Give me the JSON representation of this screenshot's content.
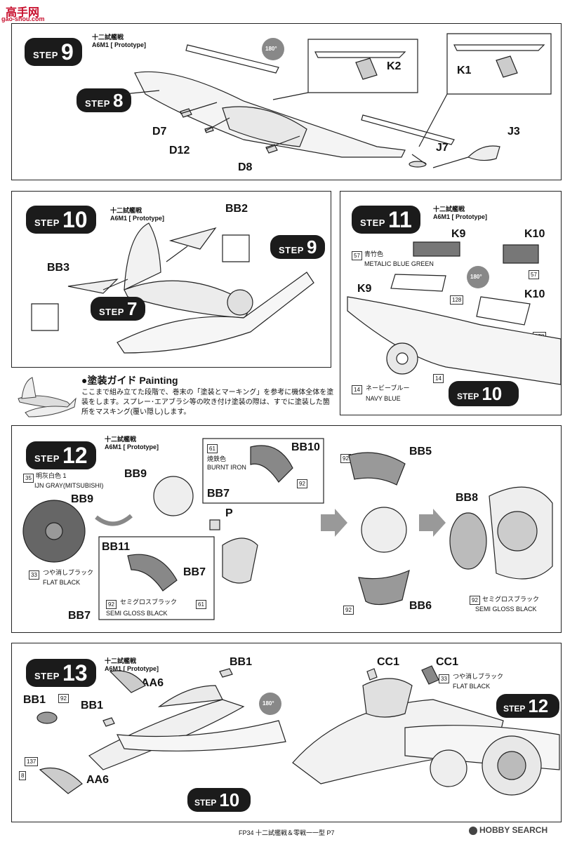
{
  "watermark": {
    "top_text": "高手网",
    "url": "gao-shou.com"
  },
  "step9": {
    "word": "STEP",
    "num": "9",
    "title": "十二試艦戦",
    "subtitle": "A6M1 [ Prototype]",
    "ref_word": "STEP",
    "ref_num": "8",
    "parts": {
      "d7": "D7",
      "d12": "D12",
      "d8": "D8",
      "j7": "J7",
      "j3": "J3",
      "k2": "K2",
      "k1": "K1"
    },
    "rotate": "180°"
  },
  "step10": {
    "word": "STEP",
    "num": "10",
    "title": "十二試艦戦",
    "subtitle": "A6M1 [ Prototype]",
    "parts": {
      "bb2": "BB2",
      "bb3": "BB3"
    },
    "ref9_word": "STEP",
    "ref9_num": "9",
    "ref7_word": "STEP",
    "ref7_num": "7"
  },
  "painting": {
    "title": "●塗装ガイド Painting",
    "line1": "ここまで組み立てた段階で、巻末の「塗装とマーキング」を参考に機体全体を塗",
    "line2": "装をします。スプレー･エアブラシ等の吹き付け塗装の際は、すでに塗装した箇",
    "line3": "所をマスキング(覆い隠し)します。"
  },
  "step11": {
    "word": "STEP",
    "num": "11",
    "title": "十二試艦戦",
    "subtitle": "A6M1 [ Prototype]",
    "parts": {
      "k9a": "K9",
      "k10a": "K10",
      "k9b": "K9",
      "k10b": "K10"
    },
    "color57_num": "57",
    "color57_jp": "青竹色",
    "color57_en": "METALIC BLUE GREEN",
    "c57b": "57",
    "c128a": "128",
    "c128b": "128",
    "color14_num": "14",
    "color14_jp": "ネービーブルー",
    "color14_en": "NAVY BLUE",
    "c14b": "14",
    "rotate": "180°",
    "ref_word": "STEP",
    "ref_num": "10"
  },
  "step12": {
    "word": "STEP",
    "num": "12",
    "title": "十二試艦戦",
    "subtitle": "A6M1 [ Prototype]",
    "parts": {
      "bb9a": "BB9",
      "bb9b": "BB9",
      "bb7a": "BB7",
      "bb7b": "BB7",
      "bb7c": "BB7",
      "bb10": "BB10",
      "p": "P",
      "bb11": "BB11",
      "bb5": "BB5",
      "bb6": "BB6",
      "bb8": "BB8"
    },
    "c35_num": "35",
    "c35_jp": "明灰白色 1",
    "c35_en": "IJN GRAY(MITSUBISHI)",
    "c33_num": "33",
    "c33_jp": "つや消しブラック",
    "c33_en": "FLAT BLACK",
    "c61_num": "61",
    "c61_jp": "焼鉄色",
    "c61_en": "BURNT IRON",
    "c92a": "92",
    "c92b_num": "92",
    "c92b_jp": "セミグロスブラック",
    "c92b_en": "SEMI GLOSS BLACK",
    "c61b": "61",
    "c92c": "92",
    "c92d": "92",
    "c92e_num": "92",
    "c92e_jp": "セミグロスブラック",
    "c92e_en": "SEMI GLOSS BLACK"
  },
  "step13": {
    "word": "STEP",
    "num": "13",
    "title": "十二試艦戦",
    "subtitle": "A6M1 [ Prototype]",
    "parts": {
      "bb1a": "BB1",
      "bb1b": "BB1",
      "bb1c": "BB1",
      "aa6a": "AA6",
      "aa6b": "AA6",
      "cc1a": "CC1",
      "cc1b": "CC1"
    },
    "c92": "92",
    "c137": "137",
    "c8": "8",
    "c33_num": "33",
    "c33_jp": "つや消しブラック",
    "c33_en": "FLAT BLACK",
    "rotate": "180°",
    "ref10_word": "STEP",
    "ref10_num": "10",
    "ref12_word": "STEP",
    "ref12_num": "12"
  },
  "footer": {
    "text": "FP34 十二試艦戦＆零戦一一型 P7",
    "brand": "HOBBY SEARCH"
  }
}
